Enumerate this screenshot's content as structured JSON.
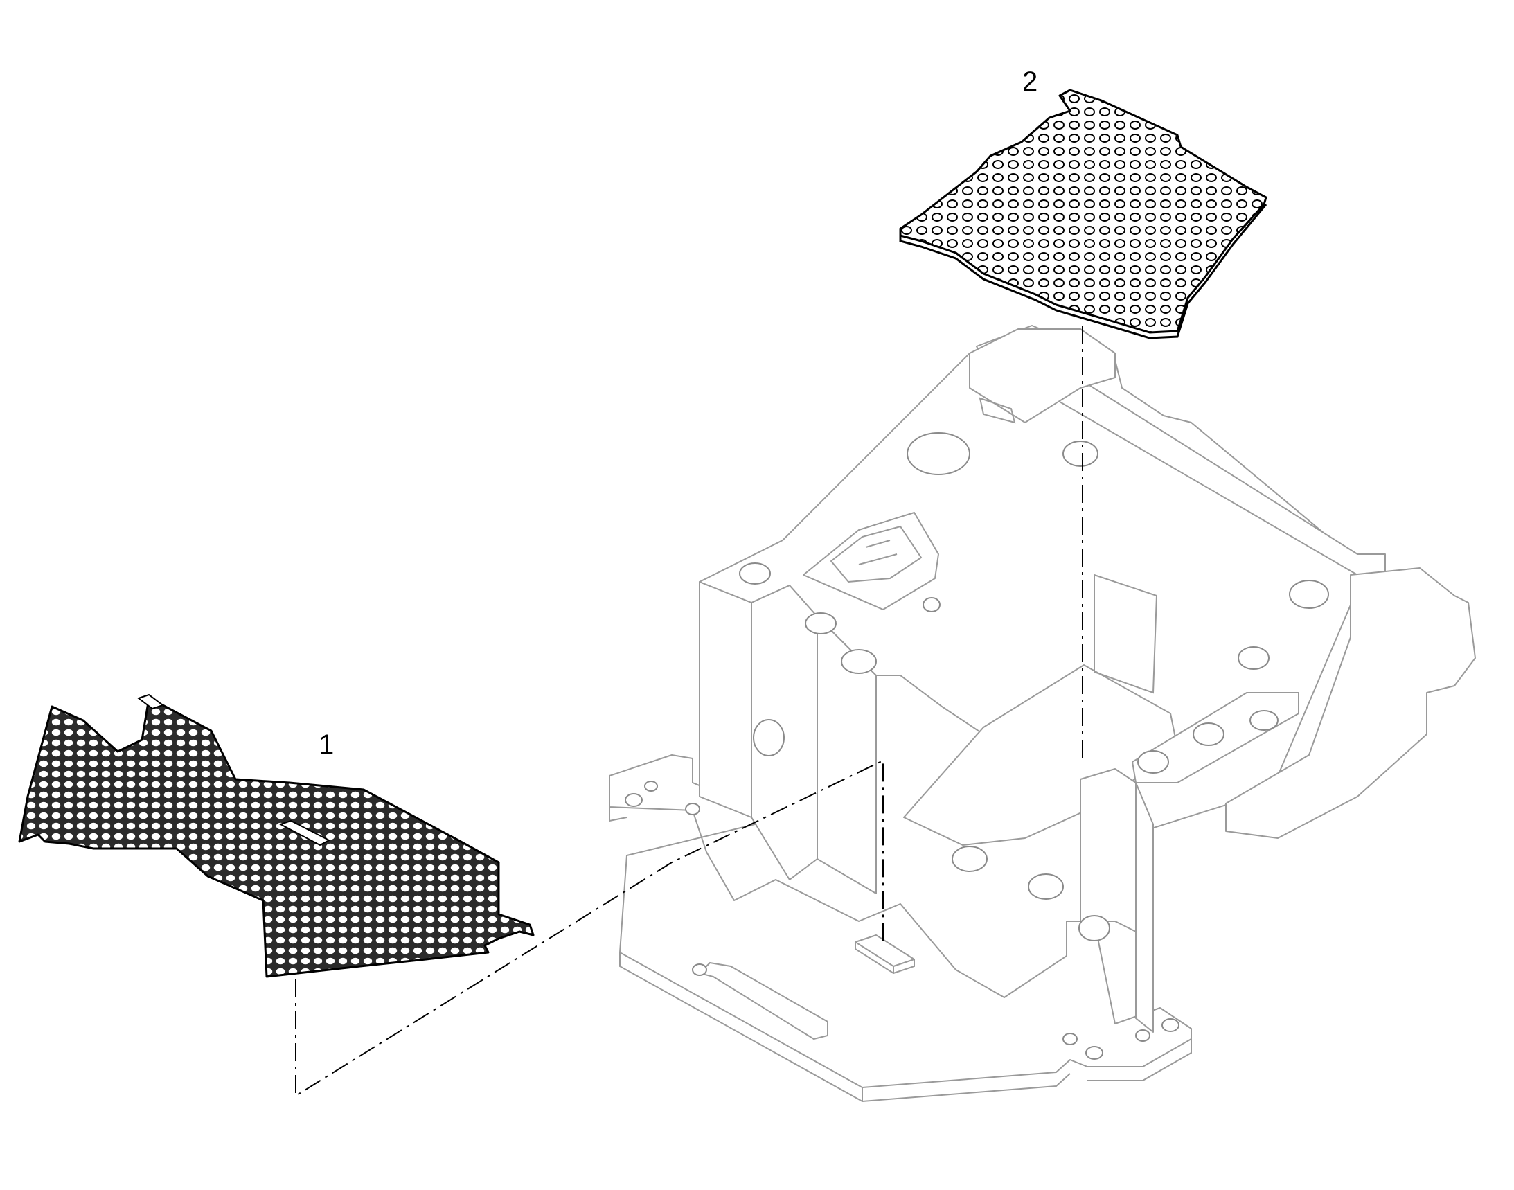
{
  "figure": {
    "callouts": [
      {
        "id": "1",
        "label": "1"
      },
      {
        "id": "2",
        "label": "2"
      }
    ],
    "parts": [
      {
        "item": "1",
        "icon": "floor-mat-perforated-icon"
      },
      {
        "item": "2",
        "icon": "platform-mat-perforated-icon"
      }
    ],
    "colors": {
      "frame_stroke": "#9a9a9a",
      "mat_stroke": "#000000",
      "background": "#ffffff"
    }
  }
}
